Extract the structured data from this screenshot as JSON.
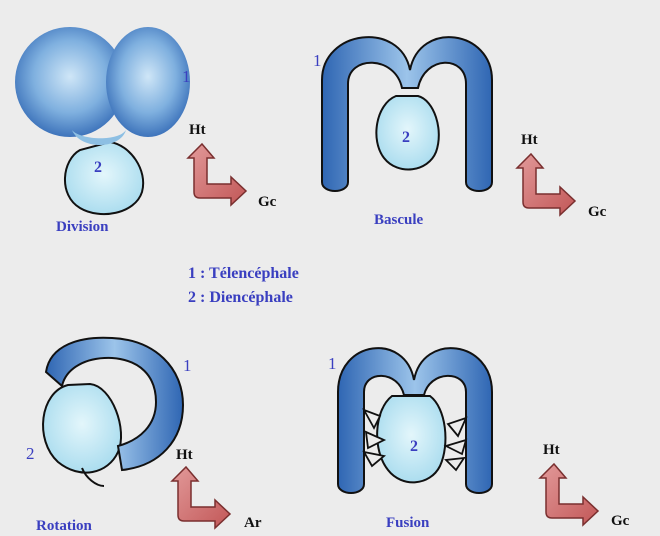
{
  "panels": [
    {
      "caption": "Division",
      "num_tel": "1",
      "num_dien": "2",
      "axis_up": "Ht",
      "axis_side": "Gc"
    },
    {
      "caption": "Bascule",
      "num_tel": "1",
      "num_dien": "2",
      "axis_up": "Ht",
      "axis_side": "Gc"
    },
    {
      "caption": "Rotation",
      "num_tel": "1",
      "num_dien": "2",
      "axis_up": "Ht",
      "axis_side": "Ar"
    },
    {
      "caption": "Fusion",
      "num_tel": "1",
      "num_dien": "2",
      "axis_up": "Ht",
      "axis_side": "Gc"
    }
  ],
  "legend": {
    "line1": "1 : Télencéphale",
    "line2": "2 : Diencéphale"
  },
  "colors": {
    "background": "#ececec",
    "telencephalon": "#4f86c6",
    "diencephalon": "#c9ecf6",
    "arrow": "#cc6a6a",
    "label": "#3a3fc0"
  }
}
